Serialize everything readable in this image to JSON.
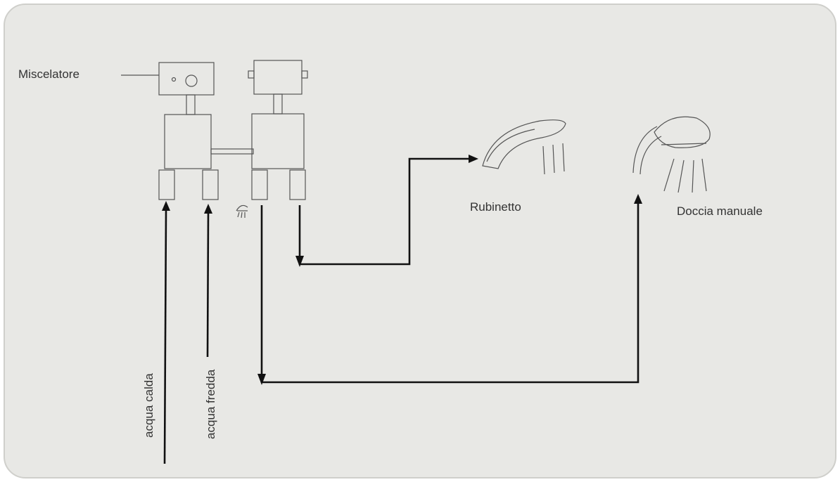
{
  "diagram": {
    "labels": {
      "mixer": "Miscelatore",
      "faucet": "Rubinetto",
      "hand_shower": "Doccia manuale",
      "hot_water": "acqua calda",
      "cold_water": "acqua fredda"
    },
    "colors": {
      "background": "#e8e8e5",
      "panel_border": "#cfcfcb",
      "pipe": "#111111",
      "drawing": "#555555",
      "text": "#333333"
    },
    "icons": {
      "faucet": "faucet-icon",
      "hand_shower": "hand-shower-icon",
      "small_shower": "small-shower-icon"
    }
  }
}
